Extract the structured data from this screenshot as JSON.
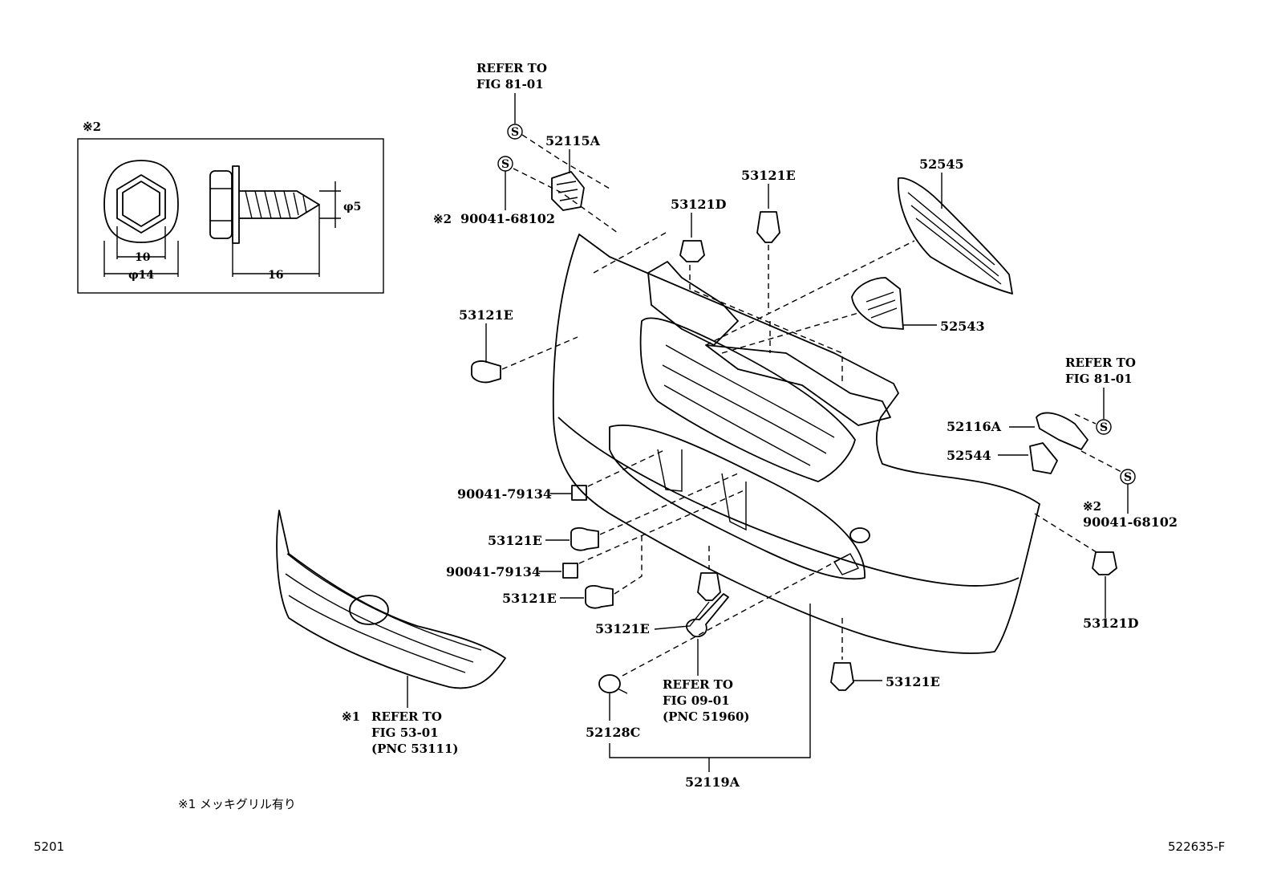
{
  "diagram": {
    "labels": {
      "p52115A": "52115A",
      "p90041_68102_top": "90041-68102",
      "p53121D_top": "53121D",
      "p53121E_top": "53121E",
      "p52545": "52545",
      "p53121E_left": "53121E",
      "p52543": "52543",
      "p52116A": "52116A",
      "p52544": "52544",
      "p90041_68102_right": "90041-68102",
      "p53121D_right": "53121D",
      "p90041_79134_a": "90041-79134",
      "p53121E_mid1": "53121E",
      "p90041_79134_b": "90041-79134",
      "p53121E_mid2": "53121E",
      "p53121E_bottom": "53121E",
      "p53121E_lowright": "53121E",
      "p52128C": "52128C",
      "p52119A": "52119A"
    },
    "refs": {
      "top_l1": "REFER TO",
      "top_l2": "FIG 81-01",
      "right_l1": "REFER TO",
      "right_l2": "FIG 81-01",
      "tow_l1": "REFER TO",
      "tow_l2": "FIG 09-01",
      "tow_l3": "(PNC 51960)",
      "grille_l1": "REFER TO",
      "grille_l2": "FIG 53-01",
      "grille_l3": "(PNC 53111)"
    },
    "marks": {
      "note1": "※1",
      "note2": "※2",
      "s": "S"
    },
    "inset": {
      "dim_10": "10",
      "dim_phi14": "φ14",
      "dim_16": "16",
      "dim_phi5": "φ5"
    },
    "footnote": "※1 メッキグリル有り",
    "page_code": "5201",
    "figure_code": "522635-F"
  }
}
